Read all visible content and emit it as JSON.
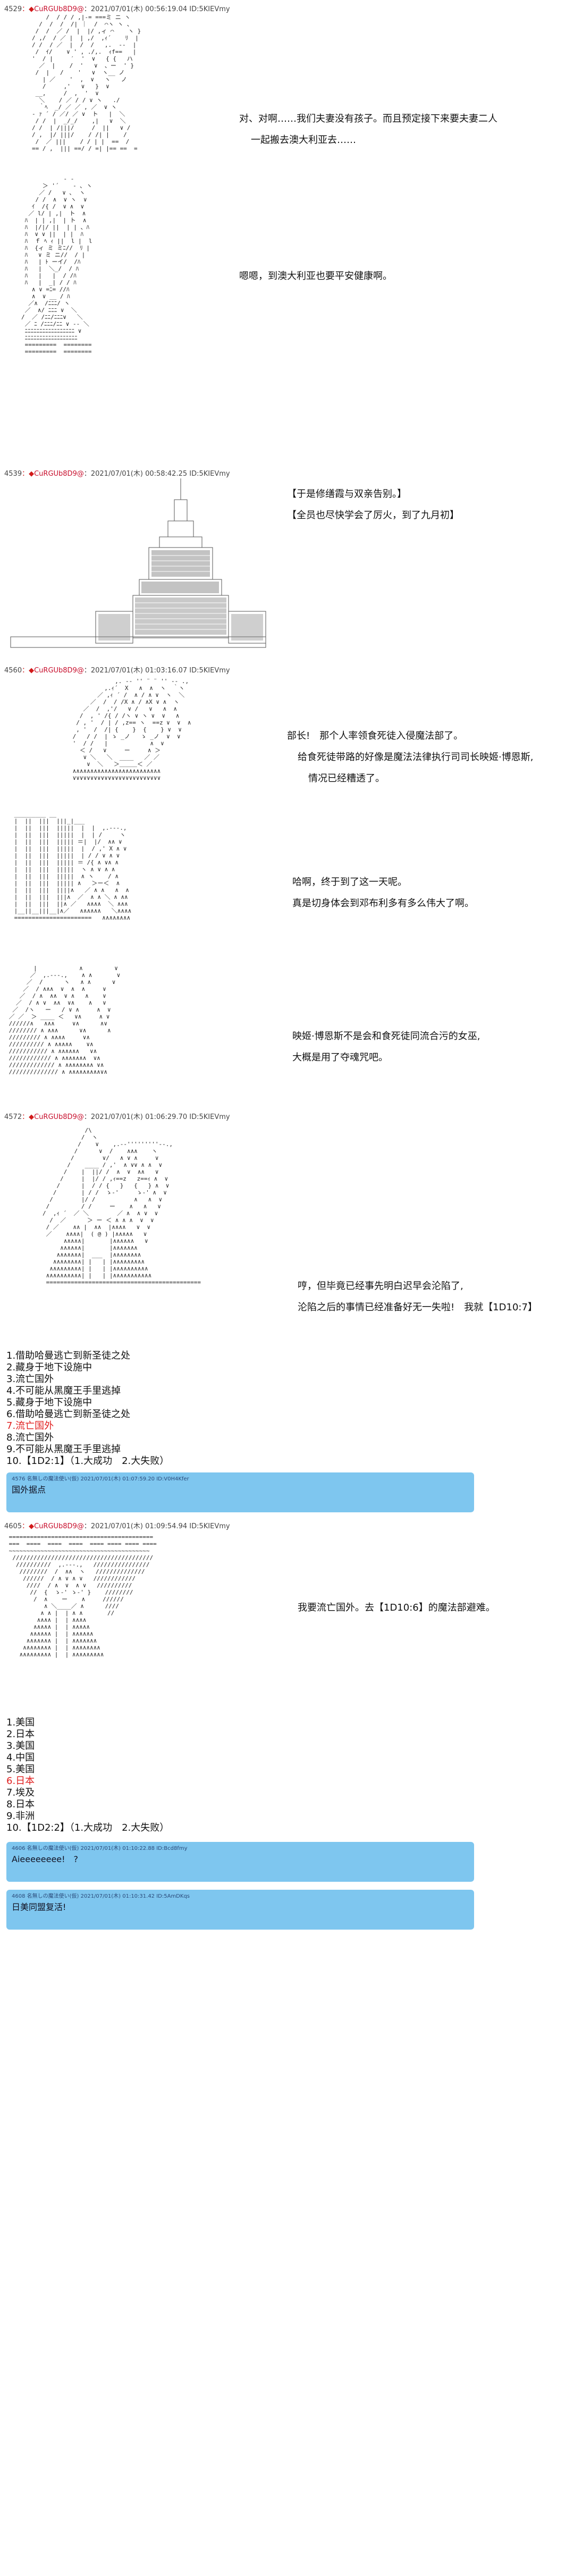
{
  "posts": [
    {
      "head_num": "4529",
      "head_name": "CuRGUb8D9@",
      "head_meta": "2021/07/01(木) 00:56:19.04 ID:5KIEVmy"
    },
    {
      "head_num": "4539",
      "head_name": "CuRGUb8D9@",
      "head_meta": "2021/07/01(木) 00:58:42.25 ID:5KIEVmy"
    },
    {
      "head_num": "4560",
      "head_name": "CuRGUb8D9@",
      "head_meta": "2021/07/01(木) 01:03:16.07 ID:5KIEVmy"
    },
    {
      "head_num": "4572",
      "head_name": "CuRGUb8D9@",
      "head_meta": "2021/07/01(木) 01:06:29.70 ID:5KIEVmy"
    },
    {
      "head_num": "4605",
      "head_name": "CuRGUb8D9@",
      "head_meta": "2021/07/01(木) 01:09:54.94 ID:5KIEVmy"
    }
  ],
  "dialogue": {
    "d1_line1": "对、对啊……我们夫妻没有孩子。而且预定接下来要夫妻二人",
    "d1_line2": "一起搬去澳大利亚去……",
    "d2": "嗯嗯，到澳大利亚也要平安健康啊。",
    "d3_line1": "【于是修缮霞与双亲告别。】",
    "d3_line2": "【全员也尽快学会了厉火，到了九月初】",
    "d4_line1": "部长!　那个人率领食死徒入侵魔法部了。",
    "d4_line2": "给食死徒带路的好像是魔法法律执行司司长映姬·博恩斯,",
    "d4_line3": "情况已经糟透了。",
    "d5_line1": "哈啊，终于到了这一天呢。",
    "d5_line2": "真是切身体会到邓布利多有多么伟大了啊。",
    "d6_line1": "映姬·博恩斯不是会和食死徒同流合污的女巫,",
    "d6_line2": "大概是用了夺魂咒吧。",
    "d7_line1": "哼，但毕竟已经事先明白迟早会沦陷了,",
    "d7_line2": "沦陷之后的事情已经准备好无一失啦!　我就【1D10:7】",
    "d8": "我要流亡国外。去【1D10:6】的魔法部避难。"
  },
  "list1": [
    "1.借助哈曼逃亡到新圣徒之处",
    "2.藏身于地下设施中",
    "3.流亡国外",
    "4.不可能从黑魔王手里逃掉",
    "5.藏身于地下设施中",
    "6.借助哈曼逃亡到新圣徒之处",
    "7.流亡国外",
    "8.流亡国外",
    "9.不可能从黑魔王手里逃掉",
    "10.【1D2:1】（1.大成功　2.大失败）"
  ],
  "list1_highlight_index": 6,
  "bubble1": {
    "head": "4576 名無しの魔法使い(仮) 2021/07/01(木) 01:07:59.20 ID:V0H4Kfer",
    "text": "国外据点"
  },
  "list2": [
    "1.美国",
    "2.日本",
    "3.美国",
    "4.中国",
    "5.美国",
    "6.日本",
    "7.埃及",
    "8.日本",
    "9.非洲",
    "10.【1D2:2】（1.大成功　2.大失败）"
  ],
  "list2_highlight_index": 5,
  "bubble2": {
    "head": "4606 名無しの魔法使い(仮) 2021/07/01(木) 01:10:22.88 ID:Bcd8fmy",
    "text": "Aieeeeeeee!　?"
  },
  "bubble3": {
    "head": "4608 名無しの魔法使い(仮) 2021/07/01(木) 01:10:31.42 ID:5AmDKqs",
    "text": "日美同盟复活!"
  },
  "colors": {
    "bubble": "#7ec6ef",
    "highlight": "#e02020",
    "name": "#c8102e"
  }
}
